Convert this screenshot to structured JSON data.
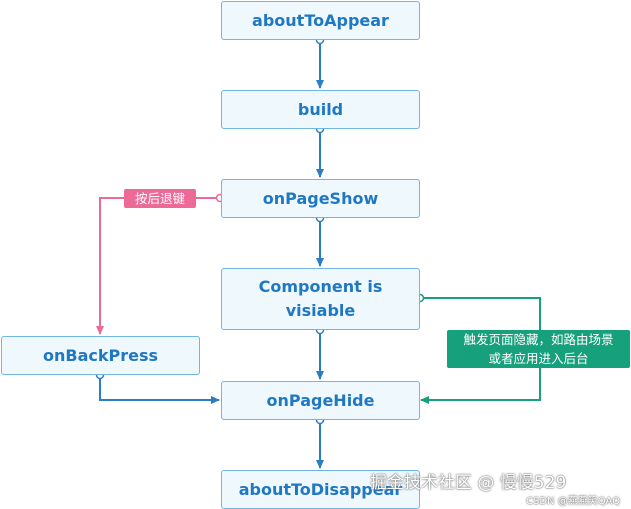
{
  "nodes": {
    "about_to_appear": "aboutToAppear",
    "build": "build",
    "on_page_show": "onPageShow",
    "component_visible_line1": "Component is",
    "component_visible_line2": "visiable",
    "on_back_press": "onBackPress",
    "on_page_hide": "onPageHide",
    "about_to_disappear": "aboutToDisappear"
  },
  "annotations": {
    "back_key": "按后退键",
    "hide_line1": "触发页面隐藏，如路由场景",
    "hide_line2": "或者应用进入后台"
  },
  "watermark": {
    "main": "掘金技术社区 @ 慢慢529",
    "sub": "CSDN @燕燕笑QAQ"
  },
  "colors": {
    "node_fill": "#eef8fd",
    "node_border": "#6fb6e0",
    "node_text": "#1f78c4",
    "flow_arrow": "#2a7ec6",
    "back_path": "#ec6a95",
    "hide_path": "#16a07c"
  }
}
